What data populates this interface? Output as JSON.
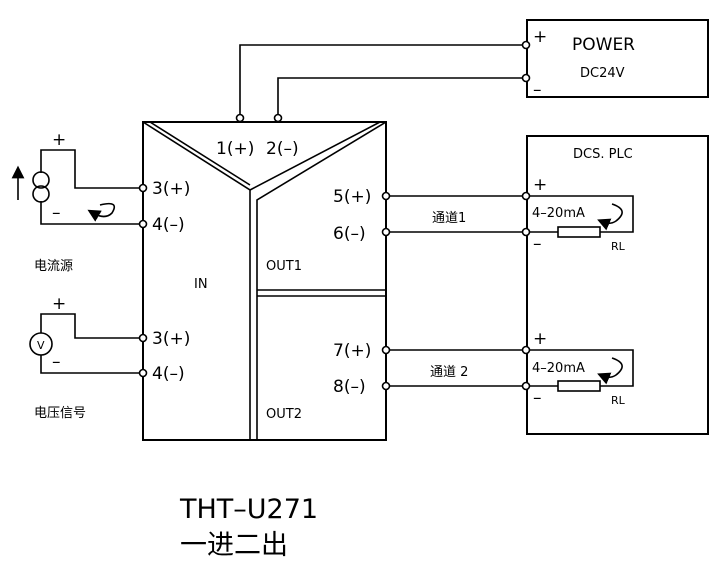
{
  "power": {
    "label": "POWER",
    "voltage": "DC24V",
    "plus": "+",
    "minus": "–"
  },
  "dcs": {
    "label": "DCS. PLC",
    "ch1_plus": "+",
    "ch1_minus": "–",
    "ch2_plus": "+",
    "ch2_minus": "–"
  },
  "module": {
    "t1": "1(+)",
    "t2": "2(–)",
    "t3a": "3(+)",
    "t4a": "4(–)",
    "t3b": "3(+)",
    "t4b": "4(–)",
    "t5": "5(+)",
    "t6": "6(–)",
    "t7": "7(+)",
    "t8": "8(–)",
    "in": "IN",
    "out1": "OUT1",
    "out2": "OUT2"
  },
  "current_source": {
    "label": "电流源",
    "plus": "+",
    "minus": "–"
  },
  "voltage_signal": {
    "label": "电压信号",
    "plus": "+",
    "minus": "–",
    "meter": "V"
  },
  "channel1": {
    "label": "通道1",
    "loop": "4–20mA",
    "load": "RL"
  },
  "channel2": {
    "label": "通道 2",
    "loop": "4–20mA",
    "load": "RL"
  },
  "title": {
    "model": "THT–U271",
    "desc": "一进二出"
  }
}
